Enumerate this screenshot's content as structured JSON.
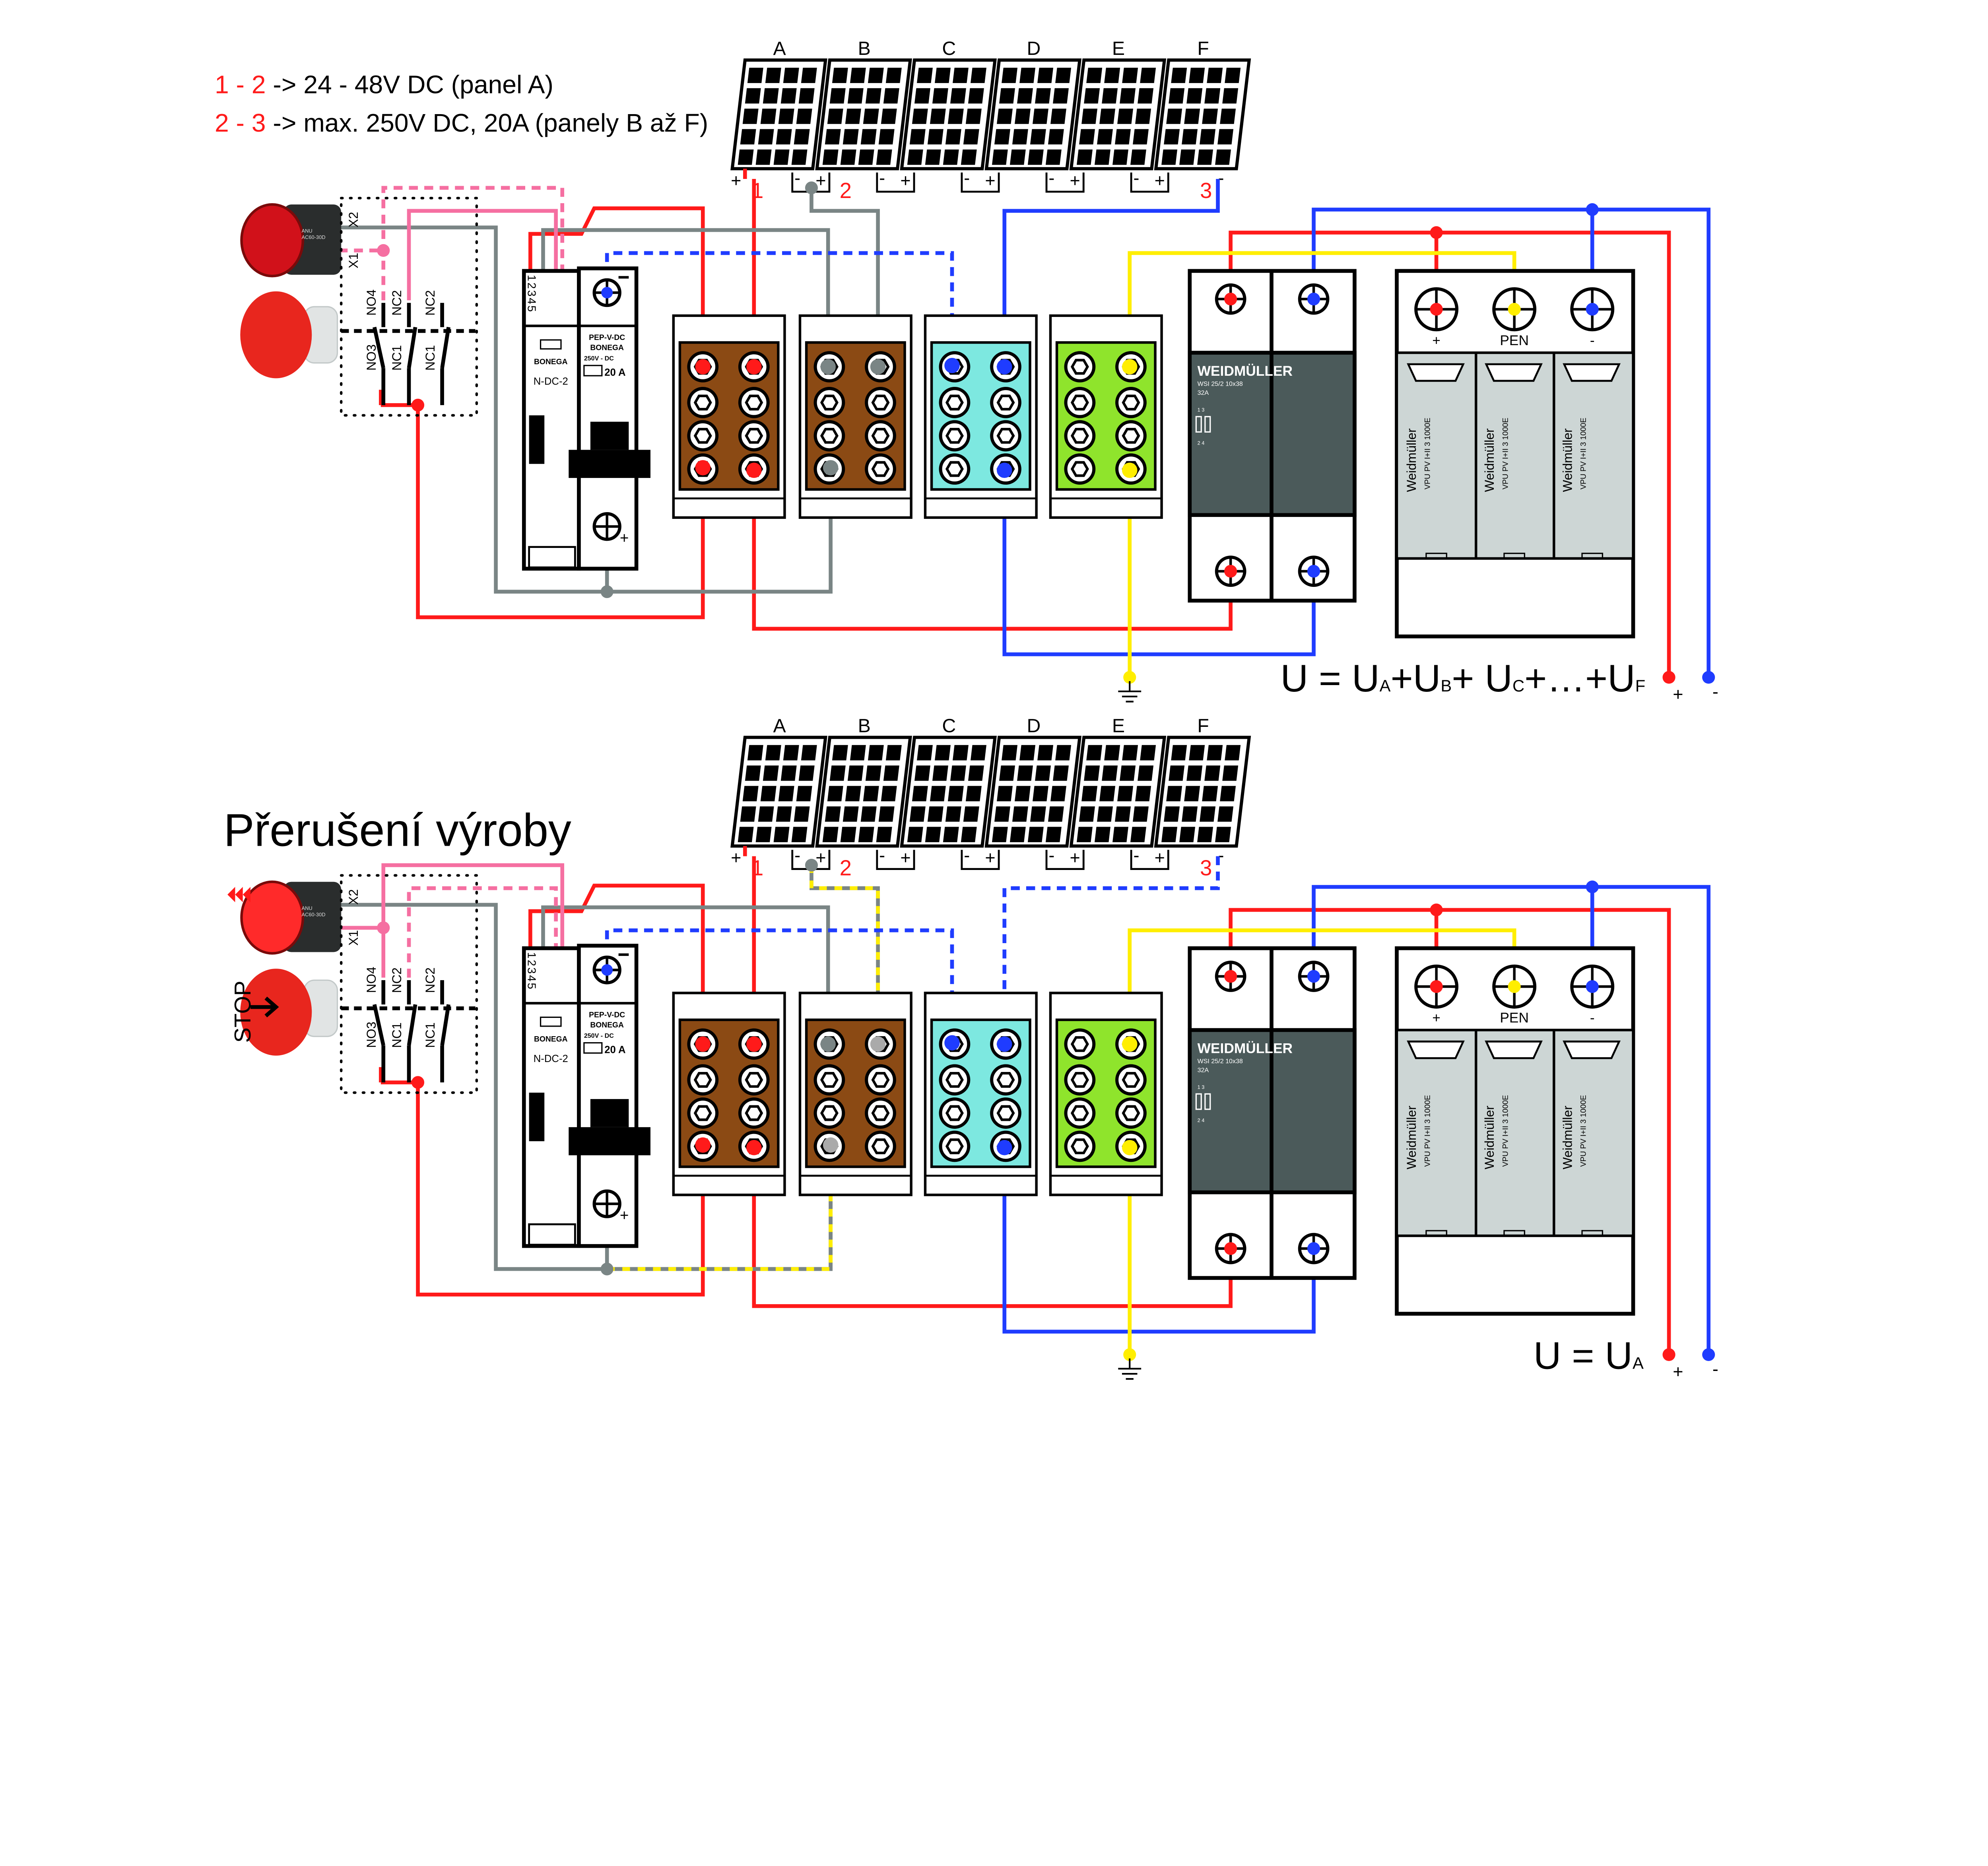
{
  "legend": {
    "line1_range": "1 - 2",
    "line1_text": " -> 24 - 48V DC (panel A)",
    "line2_range": "2 - 3",
    "line2_text": " -> max. 250V DC, 20A (panely B až F)"
  },
  "bottom_title": "Přerušení výroby",
  "stop_label": "STOP",
  "panels": [
    "A",
    "B",
    "C",
    "D",
    "E",
    "F"
  ],
  "panel_terminals": {
    "plus": "+",
    "minus": "-"
  },
  "string_points": [
    "1",
    "2",
    "3"
  ],
  "lamp": {
    "brand": "ANU",
    "model": "AC60-30D",
    "x1": "X1",
    "x2": "X2"
  },
  "switch_contacts": {
    "top": [
      "NO4",
      "NC2",
      "NC2"
    ],
    "bottom": [
      "NO3",
      "NC1",
      "NC1"
    ]
  },
  "disconnector": {
    "pins": "12345",
    "brand": "BONEGA",
    "model": "N-DC-2"
  },
  "fuse_module": {
    "model": "PEP-V-DC",
    "brand": "BONEGA",
    "voltage": "250V - DC",
    "current": "20 A",
    "minus": "—",
    "plus": "+"
  },
  "fuse_holder": {
    "brand": "WEIDMÜLLER",
    "model": "WSI 25/2   10x38",
    "rating": "32A",
    "pins_top": "1  3",
    "pins_bottom": "2  4"
  },
  "spd": {
    "labels": [
      "+",
      "PEN",
      "-"
    ],
    "brand": "Weidmüller",
    "model": "VPU PV I+II 3  1000E"
  },
  "formula_top": {
    "main": "U = U",
    "parts": [
      [
        "A",
        "+U"
      ],
      [
        "B",
        "+ U"
      ],
      [
        "C",
        "+…+U"
      ],
      [
        "F",
        ""
      ]
    ]
  },
  "formula_bottom": {
    "main": "U = U",
    "sub": "A"
  },
  "output_terminals": {
    "plus": "+",
    "minus": "-"
  },
  "colors": {
    "red": "#ff1a1a",
    "blue": "#1f3cff",
    "gray": "#7a8585",
    "pink": "#f56fa1",
    "yellow": "#ffee00",
    "brown": "#8b4a14",
    "cyan": "#7de8e0",
    "green": "#8fe42c",
    "dark_module": "#4b5a5a",
    "spd_gray": "#cdd6d5"
  }
}
